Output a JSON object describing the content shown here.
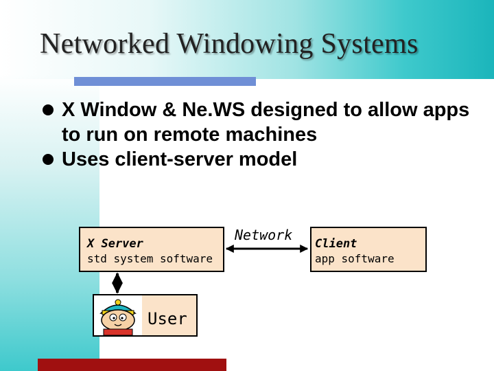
{
  "slide": {
    "title": "Networked Windowing Systems",
    "bullets": [
      "X Window & Ne.WS designed to allow apps to run on remote machines",
      "Uses client-server model"
    ]
  },
  "diagram": {
    "server": {
      "title": "X Server",
      "subtitle": "std system software"
    },
    "network_label": "Network",
    "client": {
      "title": "Client",
      "subtitle": "app software"
    },
    "user_label": "User"
  },
  "colors": {
    "box_fill": "#fbe3c9",
    "accent_teal": "#1bb5bb",
    "rule_blue": "#6f8fd6",
    "bottom_bar": "#a01010"
  }
}
